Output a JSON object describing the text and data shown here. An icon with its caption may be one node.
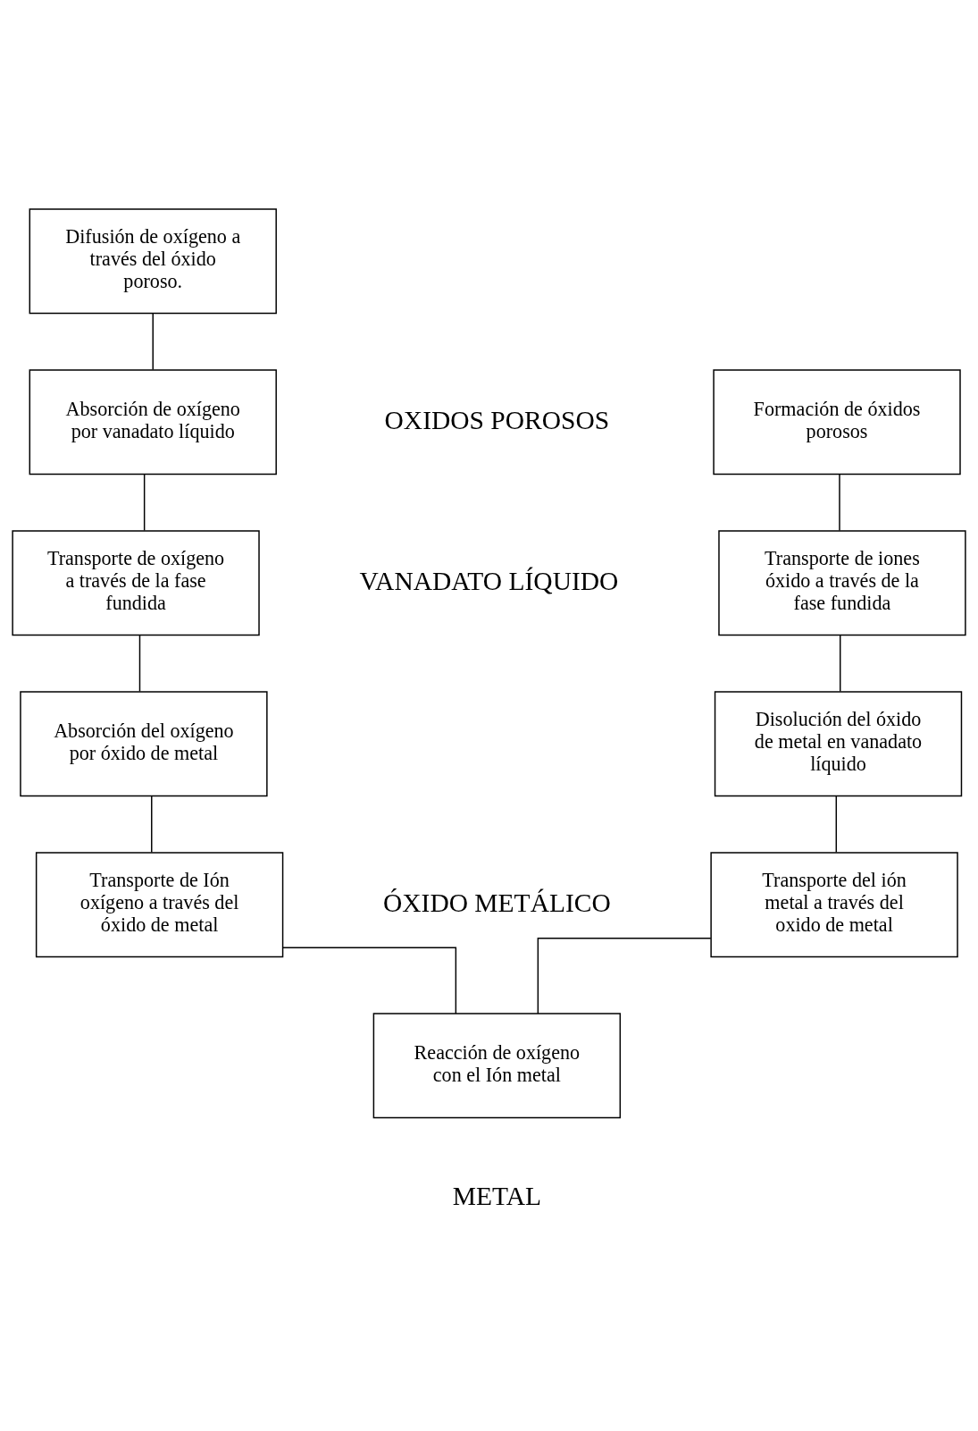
{
  "diagram": {
    "nodes": [
      {
        "text": [
          "Difusión de oxígeno a través del óxido poroso."
        ]
      },
      {
        "text": [
          "Absorción de oxígeno por vanadato líquido"
        ]
      },
      {
        "text": [
          "Transporte de oxígeno a través de la fase fundida"
        ]
      },
      {
        "text": [
          "Absorción del oxígeno por óxido de metal"
        ]
      },
      {
        "text": [
          "Transporte de Ión oxígeno a través del óxido de metal"
        ]
      },
      {
        "text": [
          "Formación de óxidos porosos"
        ]
      },
      {
        "text": [
          "Transporte de iones óxido a través de la fase fundida"
        ]
      },
      {
        "text": [
          "Disolución del óxido de metal en vanadato líquido"
        ]
      },
      {
        "text": [
          "Transporte del ión metal a través del oxido de metal"
        ]
      },
      {
        "text": [
          "Reacción de oxígeno con el Ión metal"
        ]
      }
    ],
    "edges": [
      {
        "from": 0,
        "to": 1,
        "arrow": "none"
      },
      {
        "from": 1,
        "to": 2,
        "arrow": "none"
      },
      {
        "from": 2,
        "to": 3,
        "arrow": "none"
      },
      {
        "from": 3,
        "to": 4,
        "arrow": "none"
      },
      {
        "from": 4,
        "to": 9,
        "arrow": "none"
      },
      {
        "from": 5,
        "to": 6,
        "arrow": "none"
      },
      {
        "from": 6,
        "to": 7,
        "arrow": "none"
      },
      {
        "from": 7,
        "to": 8,
        "arrow": "none"
      },
      {
        "from": 8,
        "to": 9,
        "arrow": "none"
      }
    ],
    "labels": [
      "OXIDOS POROSOS",
      "VANADATO LÍQUIDO",
      "ÓXIDO METÁLICO",
      "METAL"
    ]
  }
}
